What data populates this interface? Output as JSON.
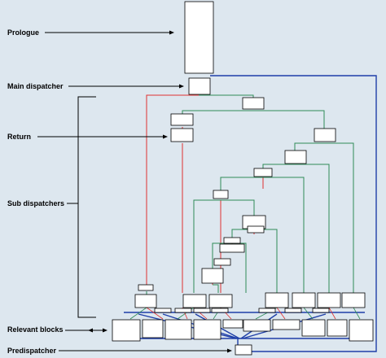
{
  "labels": {
    "prologue": "Prologue",
    "main_dispatcher": "Main dispatcher",
    "return": "Return",
    "sub_dispatchers": "Sub dispatchers",
    "relevant_blocks": "Relevant blocks",
    "predispatcher": "Predispatcher"
  },
  "colors": {
    "background": "#dde7ef",
    "block_fill": "#ffffff",
    "block_border": "#000000",
    "edge_true": "#2e8b57",
    "edge_false": "#e03030",
    "edge_loop": "#1f3fa8",
    "annotation": "#000000"
  }
}
